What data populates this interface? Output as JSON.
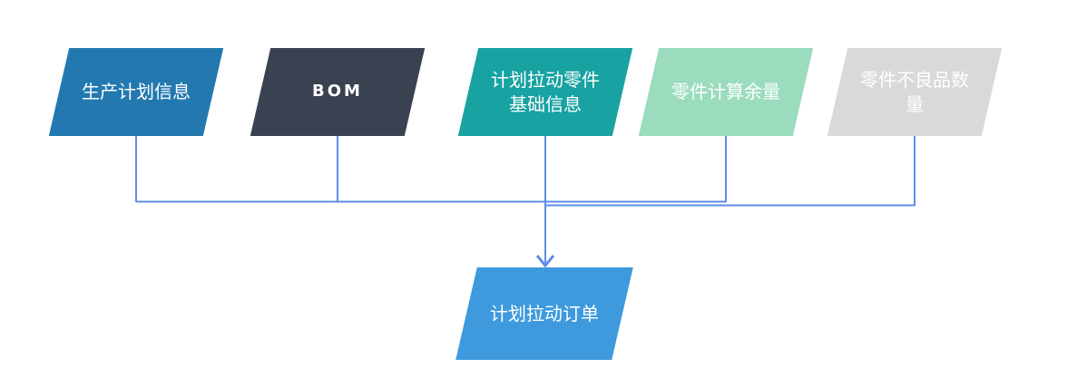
{
  "diagram": {
    "connector_color": "#5f8de8",
    "source_nodes": [
      {
        "label": "生产计划信息",
        "color": "#2379af",
        "text_color": "#ffffff"
      },
      {
        "label": "BOM",
        "color": "#3a4150",
        "text_color": "#ffffff"
      },
      {
        "label": "计划拉动零件基础信息",
        "color": "#18a2a2",
        "text_color": "#ffffff"
      },
      {
        "label": "零件计算余量",
        "color": "#9adcbd",
        "text_color": "#ffffff"
      },
      {
        "label": "零件不良品数量",
        "color": "#d9d9d9",
        "text_color": "#ffffff"
      }
    ],
    "target_node": {
      "label": "计划拉动订单",
      "color": "#3e9add",
      "text_color": "#ffffff"
    }
  }
}
